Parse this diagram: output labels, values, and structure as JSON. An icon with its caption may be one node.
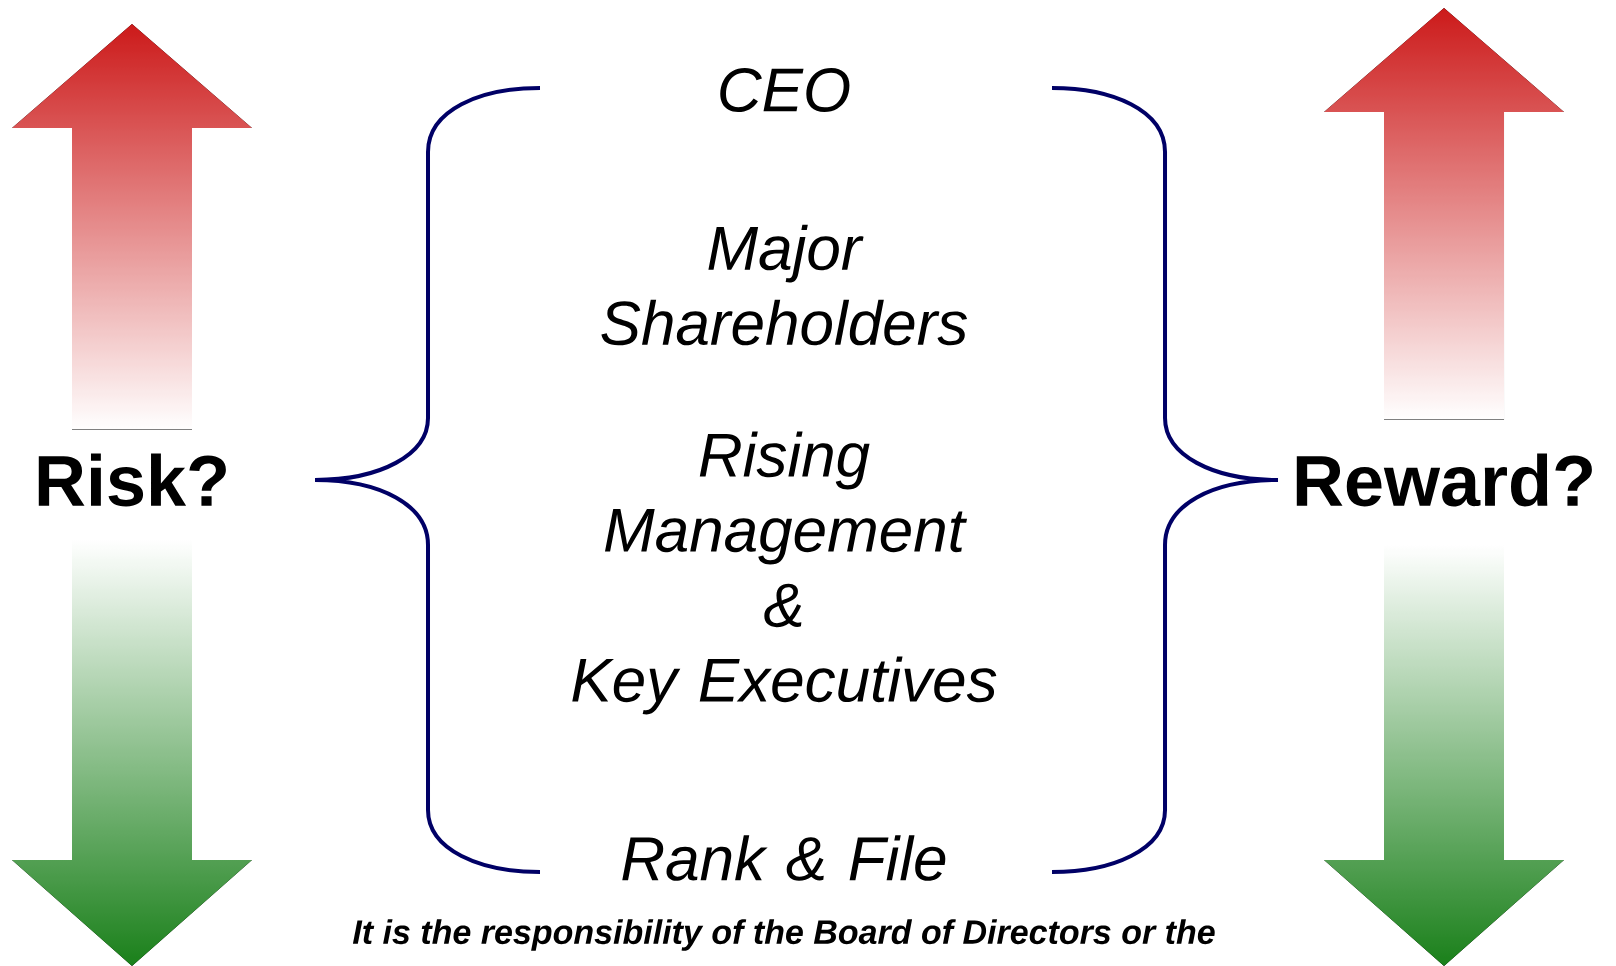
{
  "diagram": {
    "labels": [
      "CEO",
      "Major Shareholders",
      "Risk?",
      "Rising Management & Key Executives",
      "Reward?",
      "Rank & File",
      "It is the responsibility of the Board of Directors or the"
    ]
  }
}
